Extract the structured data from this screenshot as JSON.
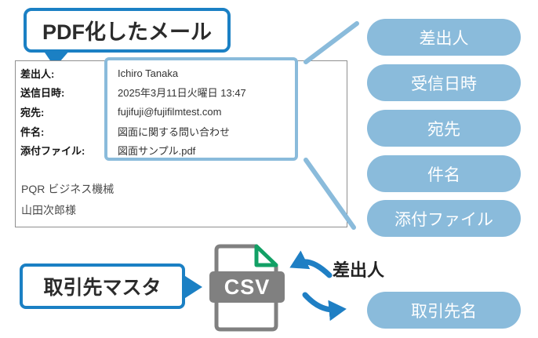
{
  "pdf_bubble": {
    "label": "PDF化したメール"
  },
  "email": {
    "fields": [
      {
        "label": "差出人:",
        "value": "Ichiro Tanaka"
      },
      {
        "label": "送信日時:",
        "value": "2025年3月11日火曜日 13:47"
      },
      {
        "label": "宛先:",
        "value": "fujifuji@fujifilmtest.com"
      },
      {
        "label": "件名:",
        "value": "図面に関する問い合わせ"
      },
      {
        "label": "添付ファイル:",
        "value": "図面サンプル.pdf"
      }
    ],
    "body_lines": [
      "PQR ビジネス機械",
      "山田次郎様"
    ]
  },
  "extract_tags": [
    "差出人",
    "受信日時",
    "宛先",
    "件名",
    "添付ファイル"
  ],
  "master_bubble": {
    "label": "取引先マスタ"
  },
  "csv_icon": {
    "label": "CSV"
  },
  "mapping": {
    "sender_label": "差出人",
    "partner_tag": "取引先名"
  },
  "colors": {
    "accent_blue": "#1b80c4",
    "light_blue": "#8abbdb",
    "icon_gray": "#808080",
    "fold_green": "#12a065",
    "text_dark": "#2b2b2b"
  }
}
